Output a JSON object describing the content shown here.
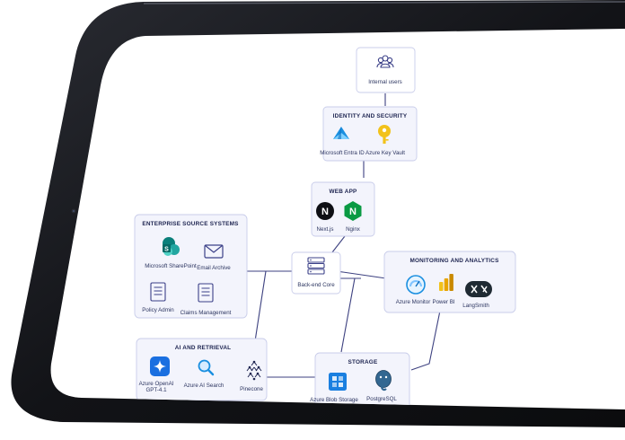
{
  "diagram": {
    "internal_users": {
      "label": "Internal users",
      "icon": "users-icon"
    },
    "identity_security": {
      "title": "IDENTITY AND SECURITY",
      "items": [
        {
          "label": "Microsoft Entra ID",
          "icon": "entra-id-icon"
        },
        {
          "label": "Azure Key Vault",
          "icon": "key-vault-icon"
        }
      ]
    },
    "web_app": {
      "title": "WEB APP",
      "items": [
        {
          "label": "Next.js",
          "icon": "nextjs-icon"
        },
        {
          "label": "Nginx",
          "icon": "nginx-icon"
        }
      ]
    },
    "backend": {
      "label": "Back-end Core",
      "icon": "server-icon"
    },
    "enterprise_sources": {
      "title": "ENTERPRISE SOURCE SYSTEMS",
      "items": [
        {
          "label": "Microsoft SharePoint",
          "icon": "sharepoint-icon"
        },
        {
          "label": "Email Archive",
          "icon": "email-icon"
        },
        {
          "label": "Policy Admin",
          "icon": "document-icon"
        },
        {
          "label": "Claims Management",
          "icon": "document-icon"
        }
      ]
    },
    "monitoring": {
      "title": "MONITORING AND ANALYTICS",
      "items": [
        {
          "label": "Azure Monitor",
          "icon": "azure-monitor-icon"
        },
        {
          "label": "Power BI",
          "icon": "power-bi-icon"
        },
        {
          "label": "LangSmith",
          "icon": "langsmith-icon"
        }
      ]
    },
    "ai_retrieval": {
      "title": "AI AND RETRIEVAL",
      "items": [
        {
          "label": "Azure OpenAI",
          "label2": "GPT-4.1",
          "icon": "azure-openai-icon"
        },
        {
          "label": "Azure AI Search",
          "icon": "search-icon"
        },
        {
          "label": "Pinecone",
          "icon": "pinecone-icon"
        }
      ]
    },
    "storage": {
      "title": "STORAGE",
      "items": [
        {
          "label": "Azure Blob Storage",
          "icon": "blob-storage-icon"
        },
        {
          "label": "PostgreSQL",
          "icon": "postgresql-icon"
        }
      ]
    }
  },
  "colors": {
    "device_frame": "#15161a",
    "screen": "#ffffff",
    "accent": "#2d3282",
    "card_border": "#c9cdea",
    "group_fill": "#f3f4fc"
  }
}
